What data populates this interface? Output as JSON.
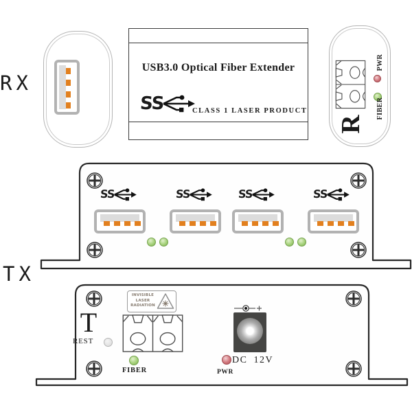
{
  "rx_unit": {
    "label": "RX",
    "body": {
      "title": "USB3.0 Optical Fiber Extender",
      "class_label": "CLASS 1 LASER PRODUCT"
    },
    "right_end": {
      "pwr_label": "PWR",
      "fiber_label": "FIBER",
      "side_label": "R"
    }
  },
  "tx_unit": {
    "label": "TX",
    "usb_port_count": "4"
  },
  "rear_panel": {
    "side_label": "T",
    "reset_label": "REST",
    "laser_warning": [
      "INVISIBLE",
      "LASER",
      "RADIATION"
    ],
    "fiber_label": "FIBER",
    "pwr_label": "PWR",
    "power_label": "DC 12V"
  },
  "logo": {
    "ss": "SS"
  },
  "colors": {
    "pin_orange": "#E2801F",
    "led_green": "#A9D37F",
    "led_red": "#D47B81",
    "outline_dark": "#2B2B2B",
    "outline_light": "#B3B3B3",
    "jack_body": "#454543"
  }
}
